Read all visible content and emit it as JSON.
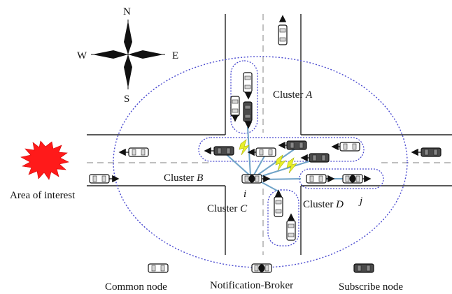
{
  "compass": {
    "north": "N",
    "south": "S",
    "east": "E",
    "west": "W"
  },
  "labels": {
    "cluster_a_prefix": "Cluster ",
    "cluster_a_letter": "A",
    "cluster_b_prefix": "Cluster ",
    "cluster_b_letter": "B",
    "cluster_c_prefix": "Cluster ",
    "cluster_c_letter": "C",
    "cluster_d_prefix": "Cluster ",
    "cluster_d_letter": "D",
    "node_i": "i",
    "node_j": "j",
    "area_of_interest": "Area of interest"
  },
  "legend": {
    "common_node": "Common node",
    "notification_broker": "Notification-Broker",
    "subscribe_node": "Subscribe node"
  },
  "colors": {
    "cluster_outline": "#4a4ad0",
    "communication_link": "#6fa3c8",
    "signal_bolt": "#e8ef2a",
    "area_of_interest": "#ff1a1a",
    "subscribe_node": "#333333",
    "common_node": "#ffffff"
  }
}
